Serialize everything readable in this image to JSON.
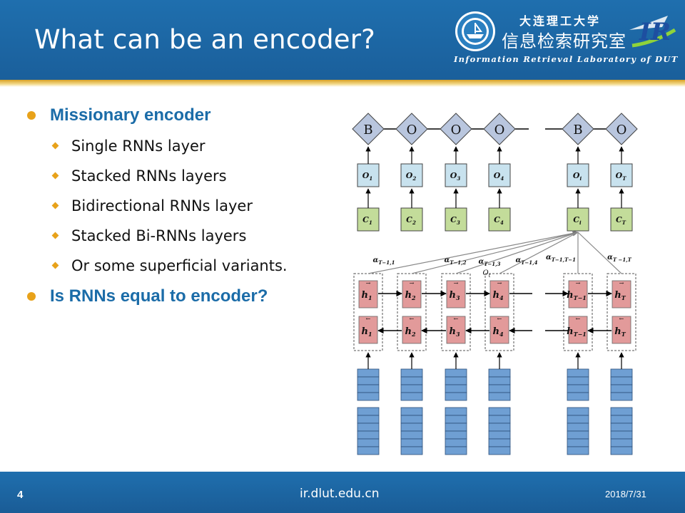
{
  "slide": {
    "title": "What can be an encoder?",
    "page_number": "4",
    "footer_site": "ir.dlut.edu.cn",
    "date": "2018/7/31"
  },
  "brand": {
    "university": "大连理工大学",
    "lab_cn": "信息检索研究室",
    "lab_en": "Information Retrieval Laboratory of DUT",
    "colors": {
      "header_blue": "#1f6fae",
      "accent_gold": "#e8a21a",
      "heading_blue": "#1b6ca8"
    }
  },
  "bullets": [
    {
      "text": "Missionary encoder",
      "level": 1,
      "children": [
        "Single RNNs layer",
        "Stacked RNNs layers",
        "Bidirectional RNNs layer",
        "Stacked Bi-RNNs layers",
        "Or some superficial variants."
      ]
    },
    {
      "text": "Is RNNs equal to encoder?",
      "level": 1,
      "children": []
    }
  ],
  "diagram": {
    "tags": [
      "B",
      "O",
      "O",
      "O",
      "B",
      "O"
    ],
    "outputs": [
      "O",
      "O",
      "O",
      "O",
      "O",
      "O"
    ],
    "output_subs": [
      "1",
      "2",
      "3",
      "4",
      "i",
      "T"
    ],
    "contexts": [
      "C",
      "C",
      "C",
      "C",
      "C",
      "C"
    ],
    "context_subs": [
      "1",
      "2",
      "3",
      "4",
      "i",
      "T"
    ],
    "hidden_subs": [
      "1",
      "2",
      "3",
      "4",
      "T−1",
      "T"
    ],
    "h_label": "h",
    "attention": [
      {
        "a": "α",
        "sub": "T−1,1"
      },
      {
        "a": "α",
        "sub": "T−1,2"
      },
      {
        "a": "α",
        "sub": "T−1,3"
      },
      {
        "a": "α",
        "sub": "T−1,4"
      },
      {
        "a": "α",
        "sub": "T−1,T−1"
      },
      {
        "a": "α",
        "sub": "T −1,T"
      }
    ],
    "o_marker": "O",
    "o_marker_sub": "t"
  }
}
